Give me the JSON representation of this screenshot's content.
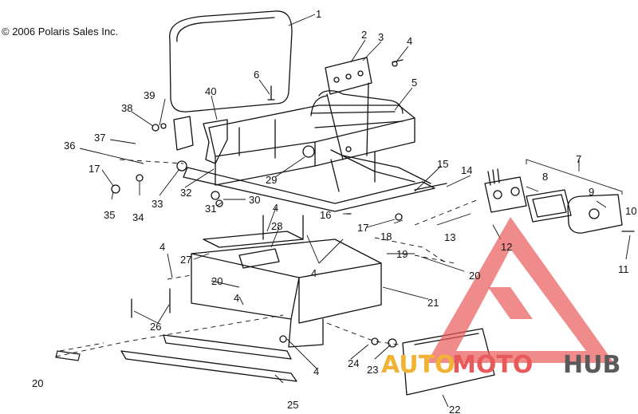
{
  "copyright": "© 2006 Polaris Sales Inc.",
  "callouts": [
    "1",
    "2",
    "3",
    "4",
    "5",
    "6",
    "7",
    "8",
    "9",
    "10",
    "11",
    "12",
    "13",
    "14",
    "15",
    "16",
    "17",
    "18",
    "19",
    "20",
    "21",
    "22",
    "23",
    "24",
    "25",
    "26",
    "27",
    "28",
    "29",
    "30",
    "31",
    "32",
    "33",
    "34",
    "35",
    "36",
    "37",
    "38",
    "39",
    "40"
  ],
  "watermark": {
    "part1": "AUTO",
    "part2": "MOTO",
    "part3": "HUB",
    "colors": {
      "triangle": "#e85a5a",
      "auto": "#f2b233",
      "moto": "#e85a5a",
      "hub": "#5a5a5a"
    }
  }
}
